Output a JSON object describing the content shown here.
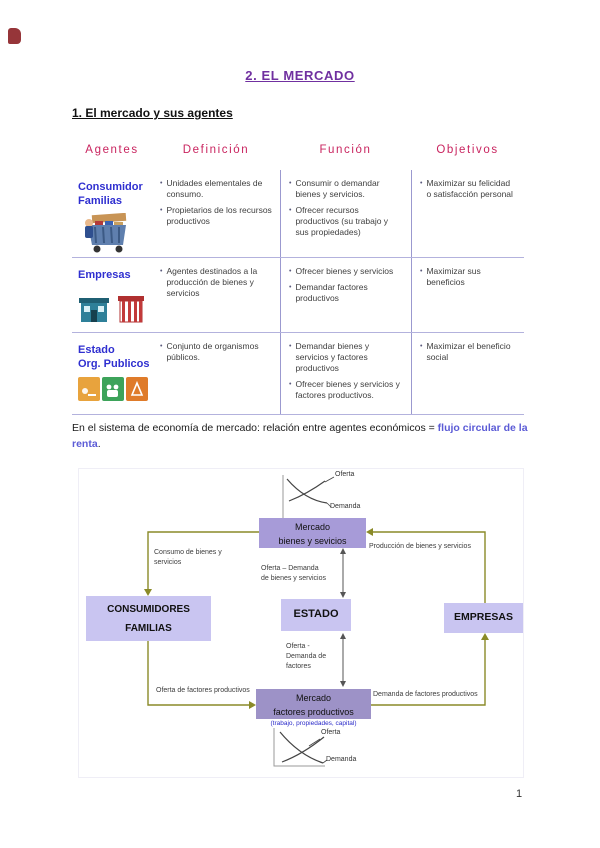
{
  "page": {
    "number": "1"
  },
  "title": "2. EL MERCADO",
  "section_heading": "1. El mercado y sus agentes",
  "colors": {
    "title_purple": "#7030a0",
    "table_header_pink": "#c9245f",
    "agent_name_blue": "#2f2fd0",
    "highlight_purple": "#5b5bd6",
    "box_light_purple": "#c9c5f1",
    "box_medium_purple": "#a79bd8",
    "arrow_olive": "#8a8a28"
  },
  "table": {
    "headers": [
      "Agentes",
      "Definición",
      "Función",
      "Objetivos"
    ],
    "rows": [
      {
        "agent_lines": [
          "Consumidor",
          "Familias"
        ],
        "icon": "families-shopping-cart-icon",
        "definicion": [
          "Unidades elementales de consumo.",
          "Propietarios de los recursos productivos"
        ],
        "funcion": [
          "Consumir o demandar bienes y servicios.",
          "Ofrecer recursos productivos (su trabajo y sus propiedades)"
        ],
        "objetivos": [
          "Maximizar su felicidad o satisfacción personal"
        ]
      },
      {
        "agent_lines": [
          "Empresas",
          ""
        ],
        "icon": "companies-buildings-icon",
        "definicion": [
          "Agentes destinados a la producción de bienes y servicios"
        ],
        "funcion": [
          "Ofrecer bienes y servicios",
          "Demandar factores productivos"
        ],
        "objetivos": [
          "Maximizar sus beneficios"
        ]
      },
      {
        "agent_lines": [
          "Estado",
          "Org. Publicos"
        ],
        "icon": "public-organisms-tiles-icon",
        "definicion": [
          "Conjunto de organismos públicos."
        ],
        "funcion": [
          "Demandar bienes y servicios y factores productivos",
          "Ofrecer bienes y servicios y factores productivos."
        ],
        "objetivos": [
          "Maximizar el beneficio social"
        ]
      }
    ]
  },
  "paragraph": {
    "prefix": "En el sistema de economía de mercado: relación entre agentes económicos = ",
    "highlight": "flujo circular de la renta",
    "suffix": "."
  },
  "diagram": {
    "boxes": {
      "mercado_bienes": [
        "Mercado",
        "bienes y sevicios"
      ],
      "consumidores": [
        "CONSUMIDORES",
        "FAMILIAS"
      ],
      "estado": "ESTADO",
      "empresas": "EMPRESAS",
      "mercado_factores": [
        "Mercado",
        "factores productivos"
      ],
      "factores_caption": "(trabajo, propiedades, capital)"
    },
    "labels": {
      "consumo": [
        "Consumo de bienes y",
        "servicios"
      ],
      "produccion": "Producción de bienes y servicios",
      "oferta_demanda_bienes": [
        "Oferta – Demanda",
        "de bienes y servicios"
      ],
      "oferta_demanda_factores": [
        "Oferta -",
        "Demanda de",
        "factores"
      ],
      "oferta_factores": "Oferta de factores productivos",
      "demanda_factores": "Demanda de factores productivos"
    },
    "top_chart": {
      "oferta": "Oferta",
      "demanda": "Demanda"
    },
    "bottom_chart": {
      "oferta": "Oferta",
      "demanda": "Demanda"
    }
  }
}
